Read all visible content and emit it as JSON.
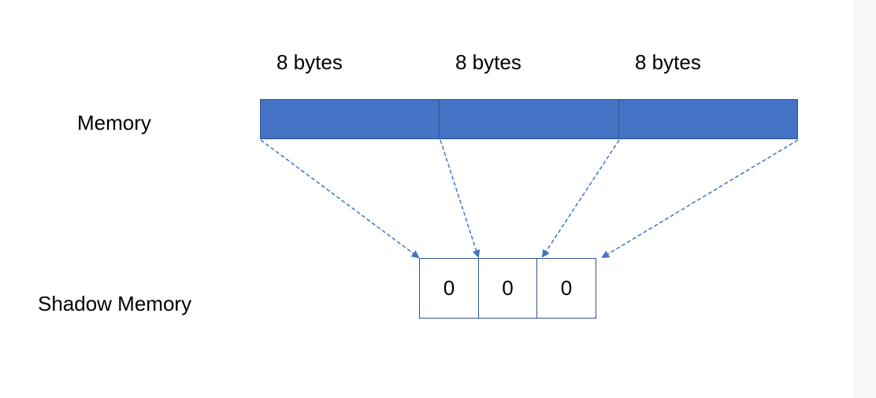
{
  "memory": {
    "label": "Memory",
    "segments": [
      {
        "label": "8 bytes"
      },
      {
        "label": "8 bytes"
      },
      {
        "label": "8 bytes"
      }
    ]
  },
  "shadow_memory": {
    "label": "Shadow Memory",
    "cells": [
      "0",
      "0",
      "0"
    ]
  },
  "colors": {
    "memory_fill": "#4472c4",
    "outline": "#2f528f",
    "arrow": "#4472c4"
  }
}
